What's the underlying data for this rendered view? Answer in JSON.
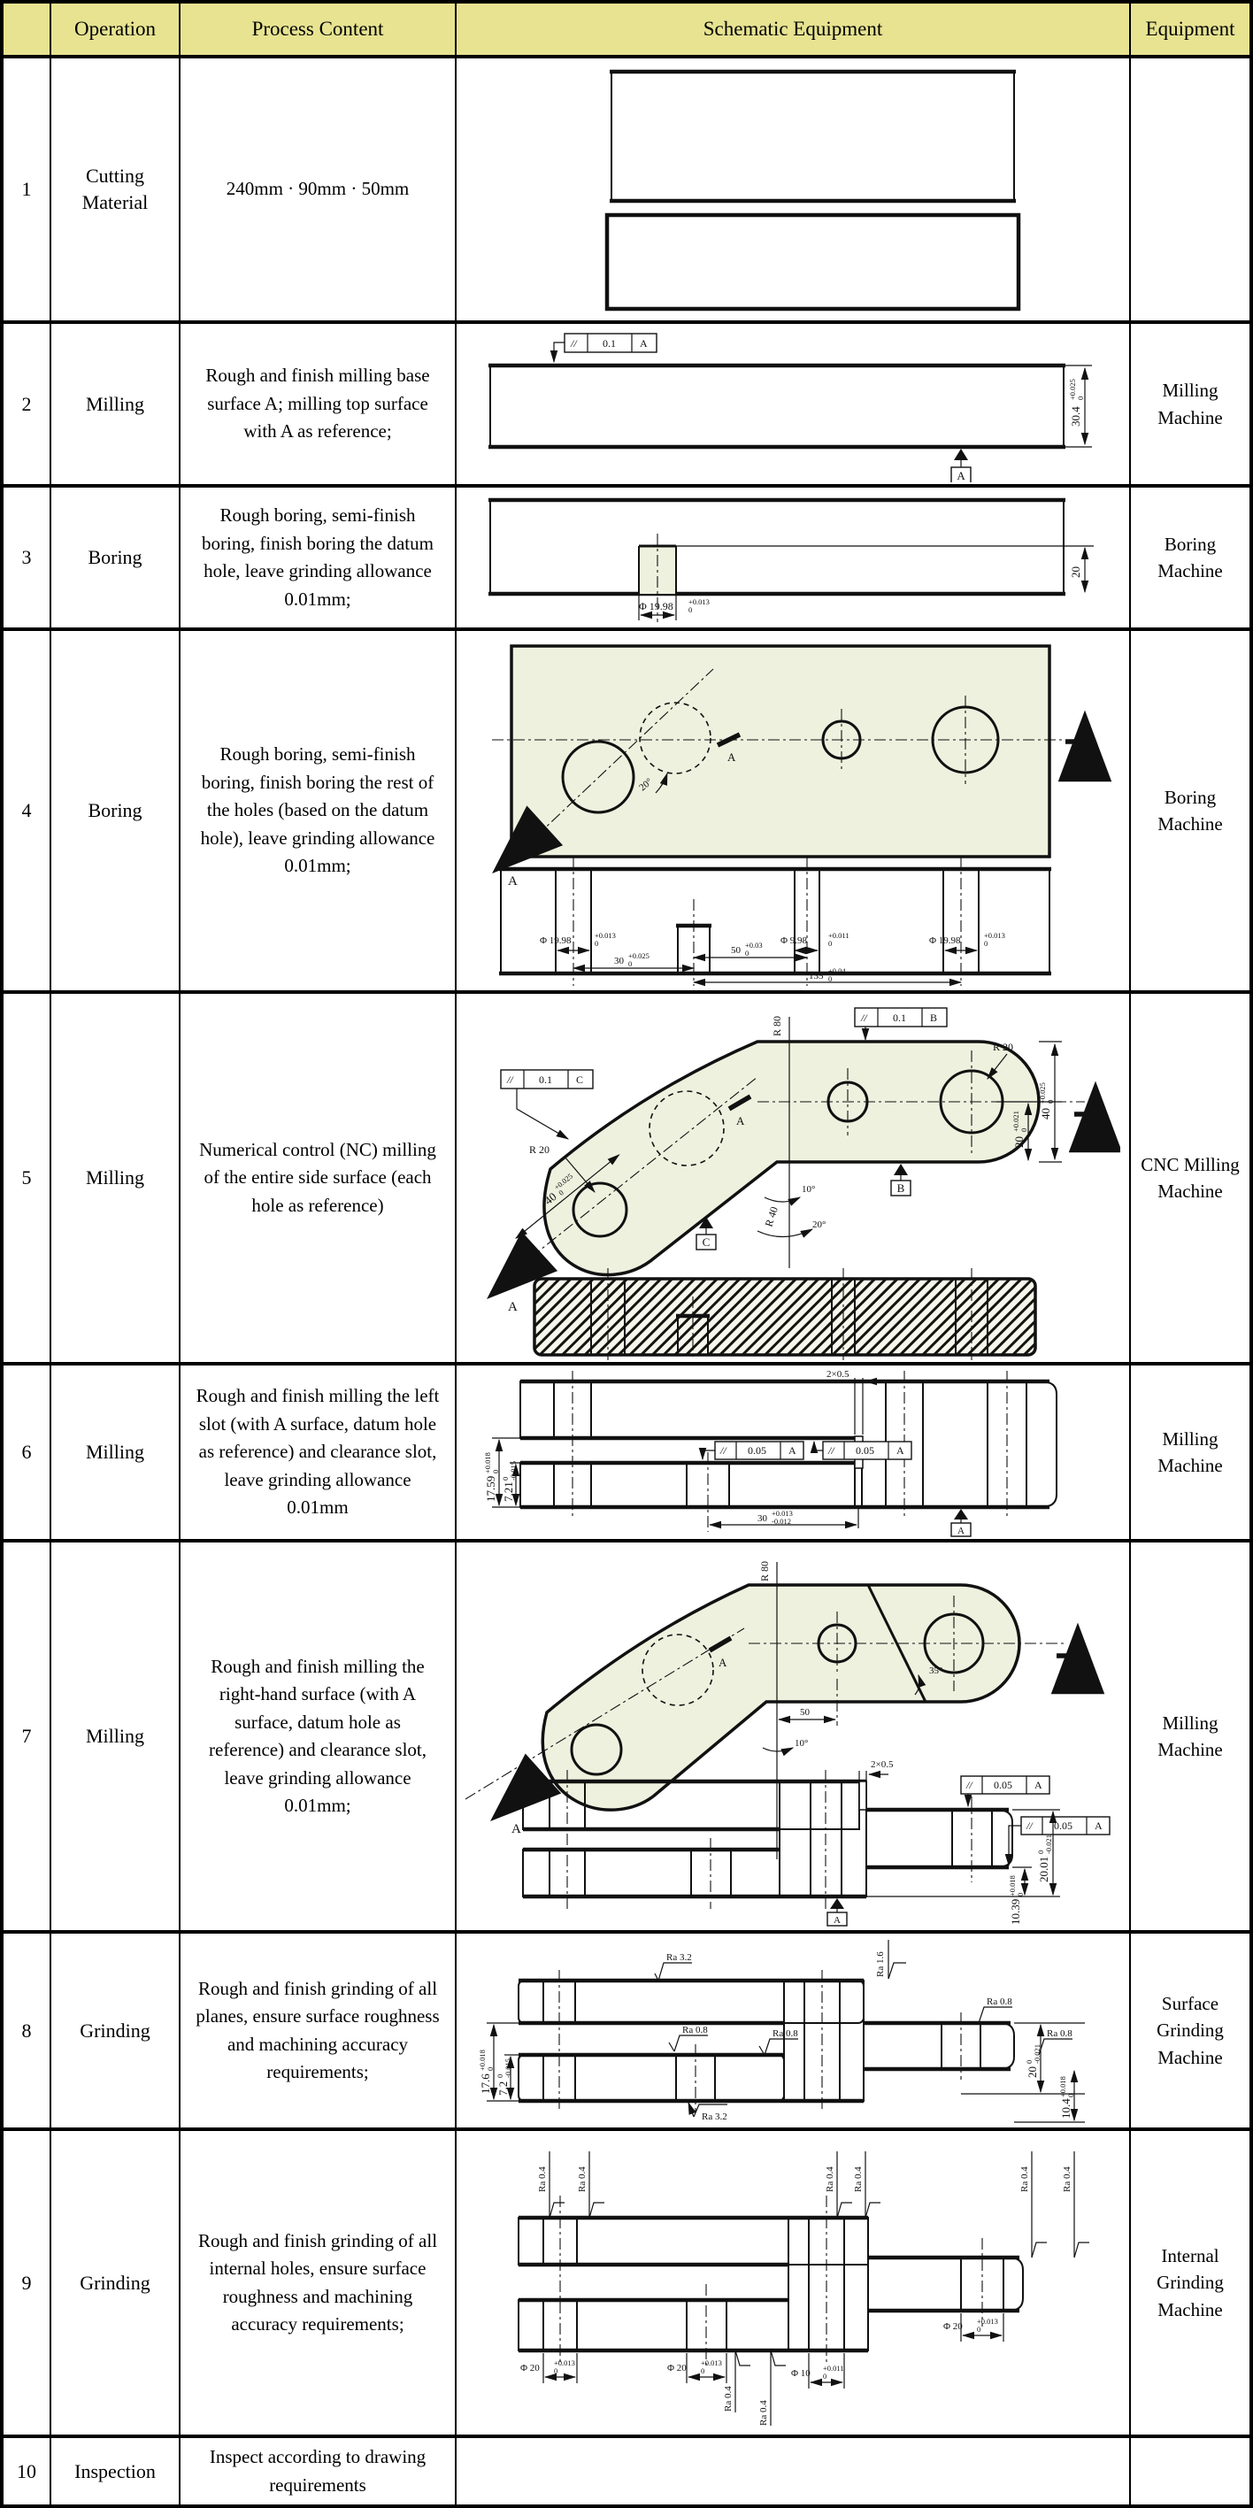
{
  "header": {
    "cols": [
      "",
      "Operation",
      "Process Content",
      "Schematic Equipment",
      "Equipment"
    ]
  },
  "rows": [
    {
      "num": "1",
      "op": "Cutting Material",
      "content": "240mm · 90mm · 50mm",
      "equip": ""
    },
    {
      "num": "2",
      "op": "Milling",
      "content": "Rough and finish milling base surface A; milling top surface with A as reference;",
      "equip": "Milling Machine"
    },
    {
      "num": "3",
      "op": "Boring",
      "content": "Rough boring, semi-finish boring, finish boring the datum hole, leave grinding allowance 0.01mm;",
      "equip": "Boring Machine"
    },
    {
      "num": "4",
      "op": "Boring",
      "content": "Rough boring, semi-finish boring, finish boring the rest of the holes (based on the datum hole), leave grinding allowance 0.01mm;",
      "equip": "Boring Machine"
    },
    {
      "num": "5",
      "op": "Milling",
      "content": "Numerical control (NC) milling of the entire side surface (each hole as reference)",
      "equip": "CNC Milling Machine"
    },
    {
      "num": "6",
      "op": "Milling",
      "content": "Rough and finish milling the left slot (with A surface, datum hole as reference) and clearance slot, leave grinding allowance 0.01mm",
      "equip": "Milling Machine"
    },
    {
      "num": "7",
      "op": "Milling",
      "content": "Rough and finish milling the right-hand surface (with A surface, datum hole as reference) and clearance slot, leave grinding allowance 0.01mm;",
      "equip": "Milling Machine"
    },
    {
      "num": "8",
      "op": "Grinding",
      "content": "Rough and finish grinding of all planes, ensure surface roughness and machining accuracy requirements;",
      "equip": "Surface Grinding Machine"
    },
    {
      "num": "9",
      "op": "Grinding",
      "content": "Rough and finish grinding of all internal holes, ensure surface roughness and machining accuracy requirements;",
      "equip": "Internal Grinding Machine"
    },
    {
      "num": "10",
      "op": "Inspection",
      "content": "Inspect according to drawing requirements",
      "equip": ""
    }
  ],
  "colors": {
    "header_bg": "#e7e391",
    "part_fill": "#edf1de",
    "hatch_bg": "#f6f6ec",
    "line": "#111111"
  },
  "d2": {
    "fcf": {
      "sym": "//",
      "val": "0.1",
      "ref": "A"
    },
    "h": {
      "v": "30.4",
      "sup": "+0.025",
      "sub": "0"
    },
    "datum": "A"
  },
  "d3": {
    "hole": {
      "v": "Φ 19.98",
      "sup": "+0.013",
      "sub": "0"
    },
    "depth": "20"
  },
  "d4": {
    "angle": "20°",
    "sec": "A",
    "cmark": "A",
    "dia1": {
      "v": "Φ 19.98",
      "sup": "+0.013",
      "sub": "0"
    },
    "dia2": {
      "v": "Φ 9.98",
      "sup": "+0.011",
      "sub": "0"
    },
    "d30": {
      "v": "30",
      "sup": "+0.025",
      "sub": "0"
    },
    "d50": {
      "v": "50",
      "sup": "+0.03",
      "sub": "0"
    },
    "d135": {
      "v": "135",
      "sup": "+0.04",
      "sub": "0"
    }
  },
  "d5": {
    "r80": "R 80",
    "r20": "R 20",
    "r40": "R 40",
    "a10": "10°",
    "a20": "20°",
    "sec": "A",
    "cmark": "A",
    "fcfB": {
      "sym": "//",
      "val": "0.1",
      "ref": "B"
    },
    "fcfC": {
      "sym": "//",
      "val": "0.1",
      "ref": "C"
    },
    "h40": {
      "v": "40",
      "sup": "+0.025",
      "sub": "0"
    },
    "h20": {
      "v": "20",
      "sup": "+0.021",
      "sub": "0"
    },
    "datB": "B",
    "datC": "C"
  },
  "d6": {
    "groove": "2×0.5",
    "datum": "A",
    "fcf": {
      "sym": "//",
      "val": "0.05",
      "ref": "A"
    },
    "h1": {
      "v": "17.59",
      "sup": "+0.018",
      "sub": "0"
    },
    "h2": {
      "v": "7.21",
      "sup": "0",
      "sub": "-0.015"
    },
    "w30": {
      "v": "30",
      "sup": "+0.013",
      "sub": "-0.012"
    }
  },
  "d7": {
    "r80": "R 80",
    "a35": "35°",
    "a10": "10°",
    "w50": "50",
    "sec": "A",
    "cmark": "A",
    "groove": "2×0.5",
    "datum": "A",
    "fcf": {
      "sym": "//",
      "val": "0.05",
      "ref": "A"
    },
    "h20": {
      "v": "20.01",
      "sup": "0",
      "sub": "-0.021"
    },
    "h10": {
      "v": "10.39",
      "sup": "+0.018",
      "sub": "0"
    }
  },
  "d8": {
    "ra32": "Ra 3.2",
    "ra16": "Ra 1.6",
    "ra08": "Ra 0.8",
    "h176": {
      "v": "17.6",
      "sup": "+0.018",
      "sub": "0"
    },
    "h72": {
      "v": "7.2",
      "sup": "0",
      "sub": "-0.015"
    },
    "h20": {
      "v": "20",
      "sup": "0",
      "sub": "-0.021"
    },
    "h104": {
      "v": "10.4",
      "sup": "+0.018",
      "sub": "0"
    }
  },
  "d9": {
    "ra04": "Ra 0.4",
    "dia20": {
      "v": "Φ 20",
      "sup": "+0.013",
      "sub": "0"
    },
    "dia10": {
      "v": "Φ 10",
      "sup": "+0.011",
      "sub": "0"
    }
  }
}
